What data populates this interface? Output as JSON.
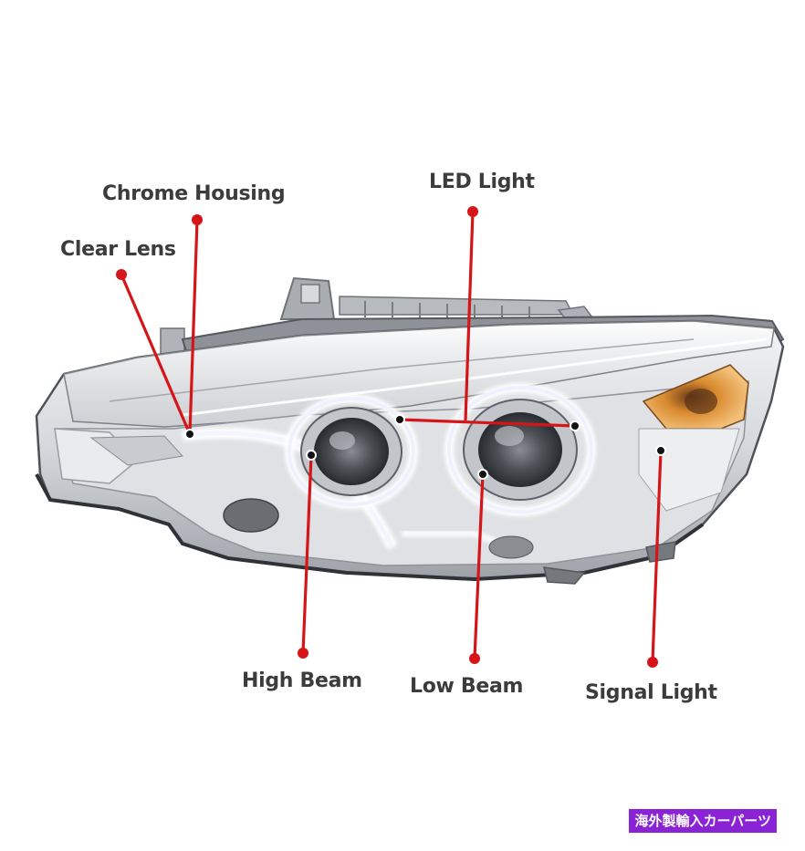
{
  "callouts": {
    "chrome_housing": "Chrome Housing",
    "clear_lens": "Clear Lens",
    "led_light": "LED Light",
    "high_beam": "High Beam",
    "low_beam": "Low Beam",
    "signal_light": "Signal Light"
  },
  "watermark": "海外製輸入カーパーツ",
  "colors": {
    "callout_line": "#d51518",
    "label_text": "#3c3c3c",
    "chrome": "#c9ccd0",
    "amber": "#d98a2e",
    "watermark_bg": "#8a23d6"
  }
}
